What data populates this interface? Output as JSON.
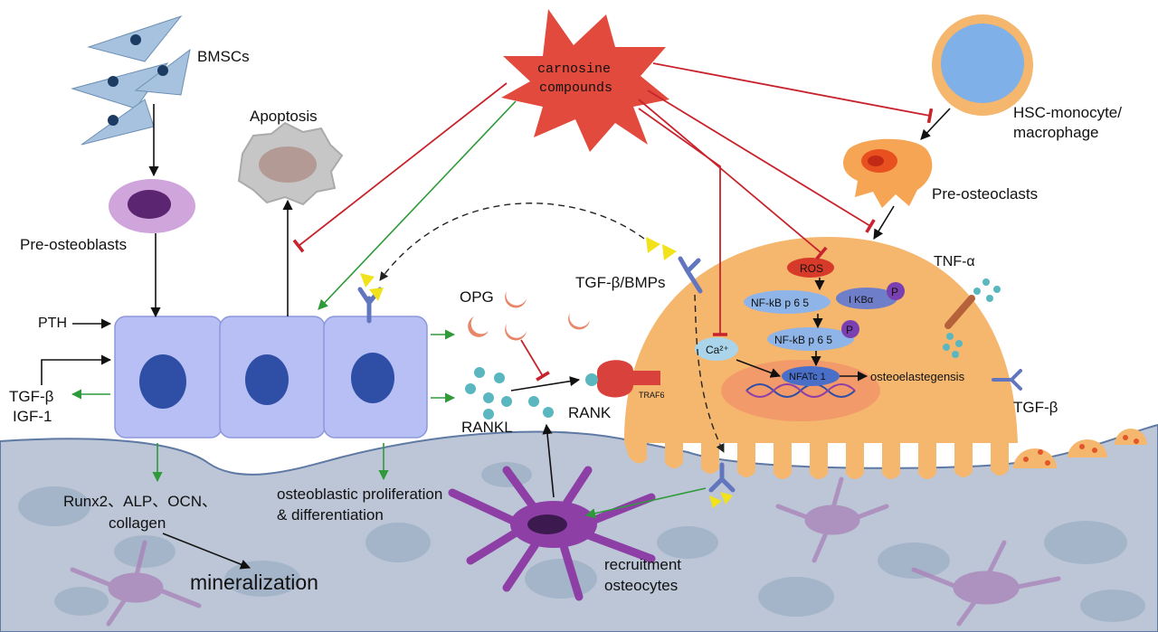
{
  "labels": {
    "bmscs": "BMSCs",
    "apoptosis": "Apoptosis",
    "carnosine_line1": "carnosine",
    "carnosine_line2": "compounds",
    "hsc_line1": "HSC-monocyte/",
    "hsc_line2": "macrophage",
    "pre_osteoclasts": "Pre-osteoclasts",
    "pre_osteoblasts": "Pre-osteoblasts",
    "pth": "PTH",
    "tgf_beta_left": "TGF-β",
    "igf1": "IGF-1",
    "opg": "OPG",
    "tgf_bmps": "TGF-β/BMPs",
    "rankl": "RANKL",
    "rank": "RANK",
    "traf6": "TRAF6",
    "ros": "ROS",
    "nfkb_p65_top": "NF-kB p 6 5",
    "ikba": "I KBα",
    "phospho": "P",
    "ca": "Ca²⁺",
    "nfkb_p65_mid": "NF-kB p 6 5",
    "nfatc1": "NFATc 1",
    "osteoelastegensis": "osteoelastegensis",
    "tnf_alpha": "TNF-α",
    "tgf_beta_right": "TGF-β",
    "runx2_line1": "Runx2、ALP、OCN、",
    "runx2_line2": "collagen",
    "mineralization": "mineralization",
    "prolif_line1": "osteoblastic proliferation",
    "prolif_line2": "& differentiation",
    "recruit_line1": "recruitment",
    "recruit_line2": "osteocytes"
  },
  "colors": {
    "inhibit": "#c8232c",
    "promote": "#2f9a3a",
    "carnosine": "#e14a3c",
    "osteoclast": "#f5b66e",
    "osteoblast": "#b8bff4",
    "nucleus": "#2f4ea6",
    "bone": "#bcc6d6",
    "rankl_dot": "#5ab7c0",
    "osteocyte": "#8e3fa6"
  }
}
